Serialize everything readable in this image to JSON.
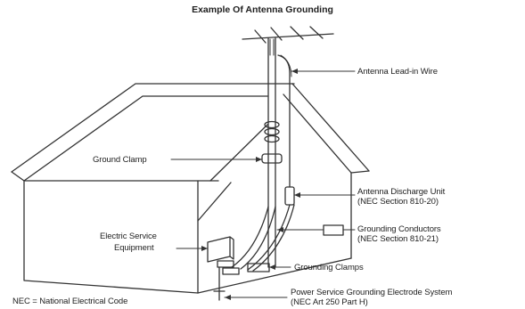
{
  "title": "Example Of Antenna Grounding",
  "labels": {
    "lead_in_wire": "Antenna Lead-in Wire",
    "ground_clamp": "Ground Clamp",
    "discharge_unit": "Antenna Discharge Unit",
    "discharge_unit_ref": "(NEC Section 810-20)",
    "electric_service_1": "Electric Service",
    "electric_service_2": "Equipment",
    "grounding_conductors": "Grounding Conductors",
    "grounding_conductors_ref": "(NEC Section 810-21)",
    "grounding_clamps": "Grounding Clamps",
    "power_service": "Power Service Grounding Electrode System",
    "power_service_ref": "(NEC Art 250 Part H)",
    "nec_note": "NEC = National Electrical Code"
  }
}
